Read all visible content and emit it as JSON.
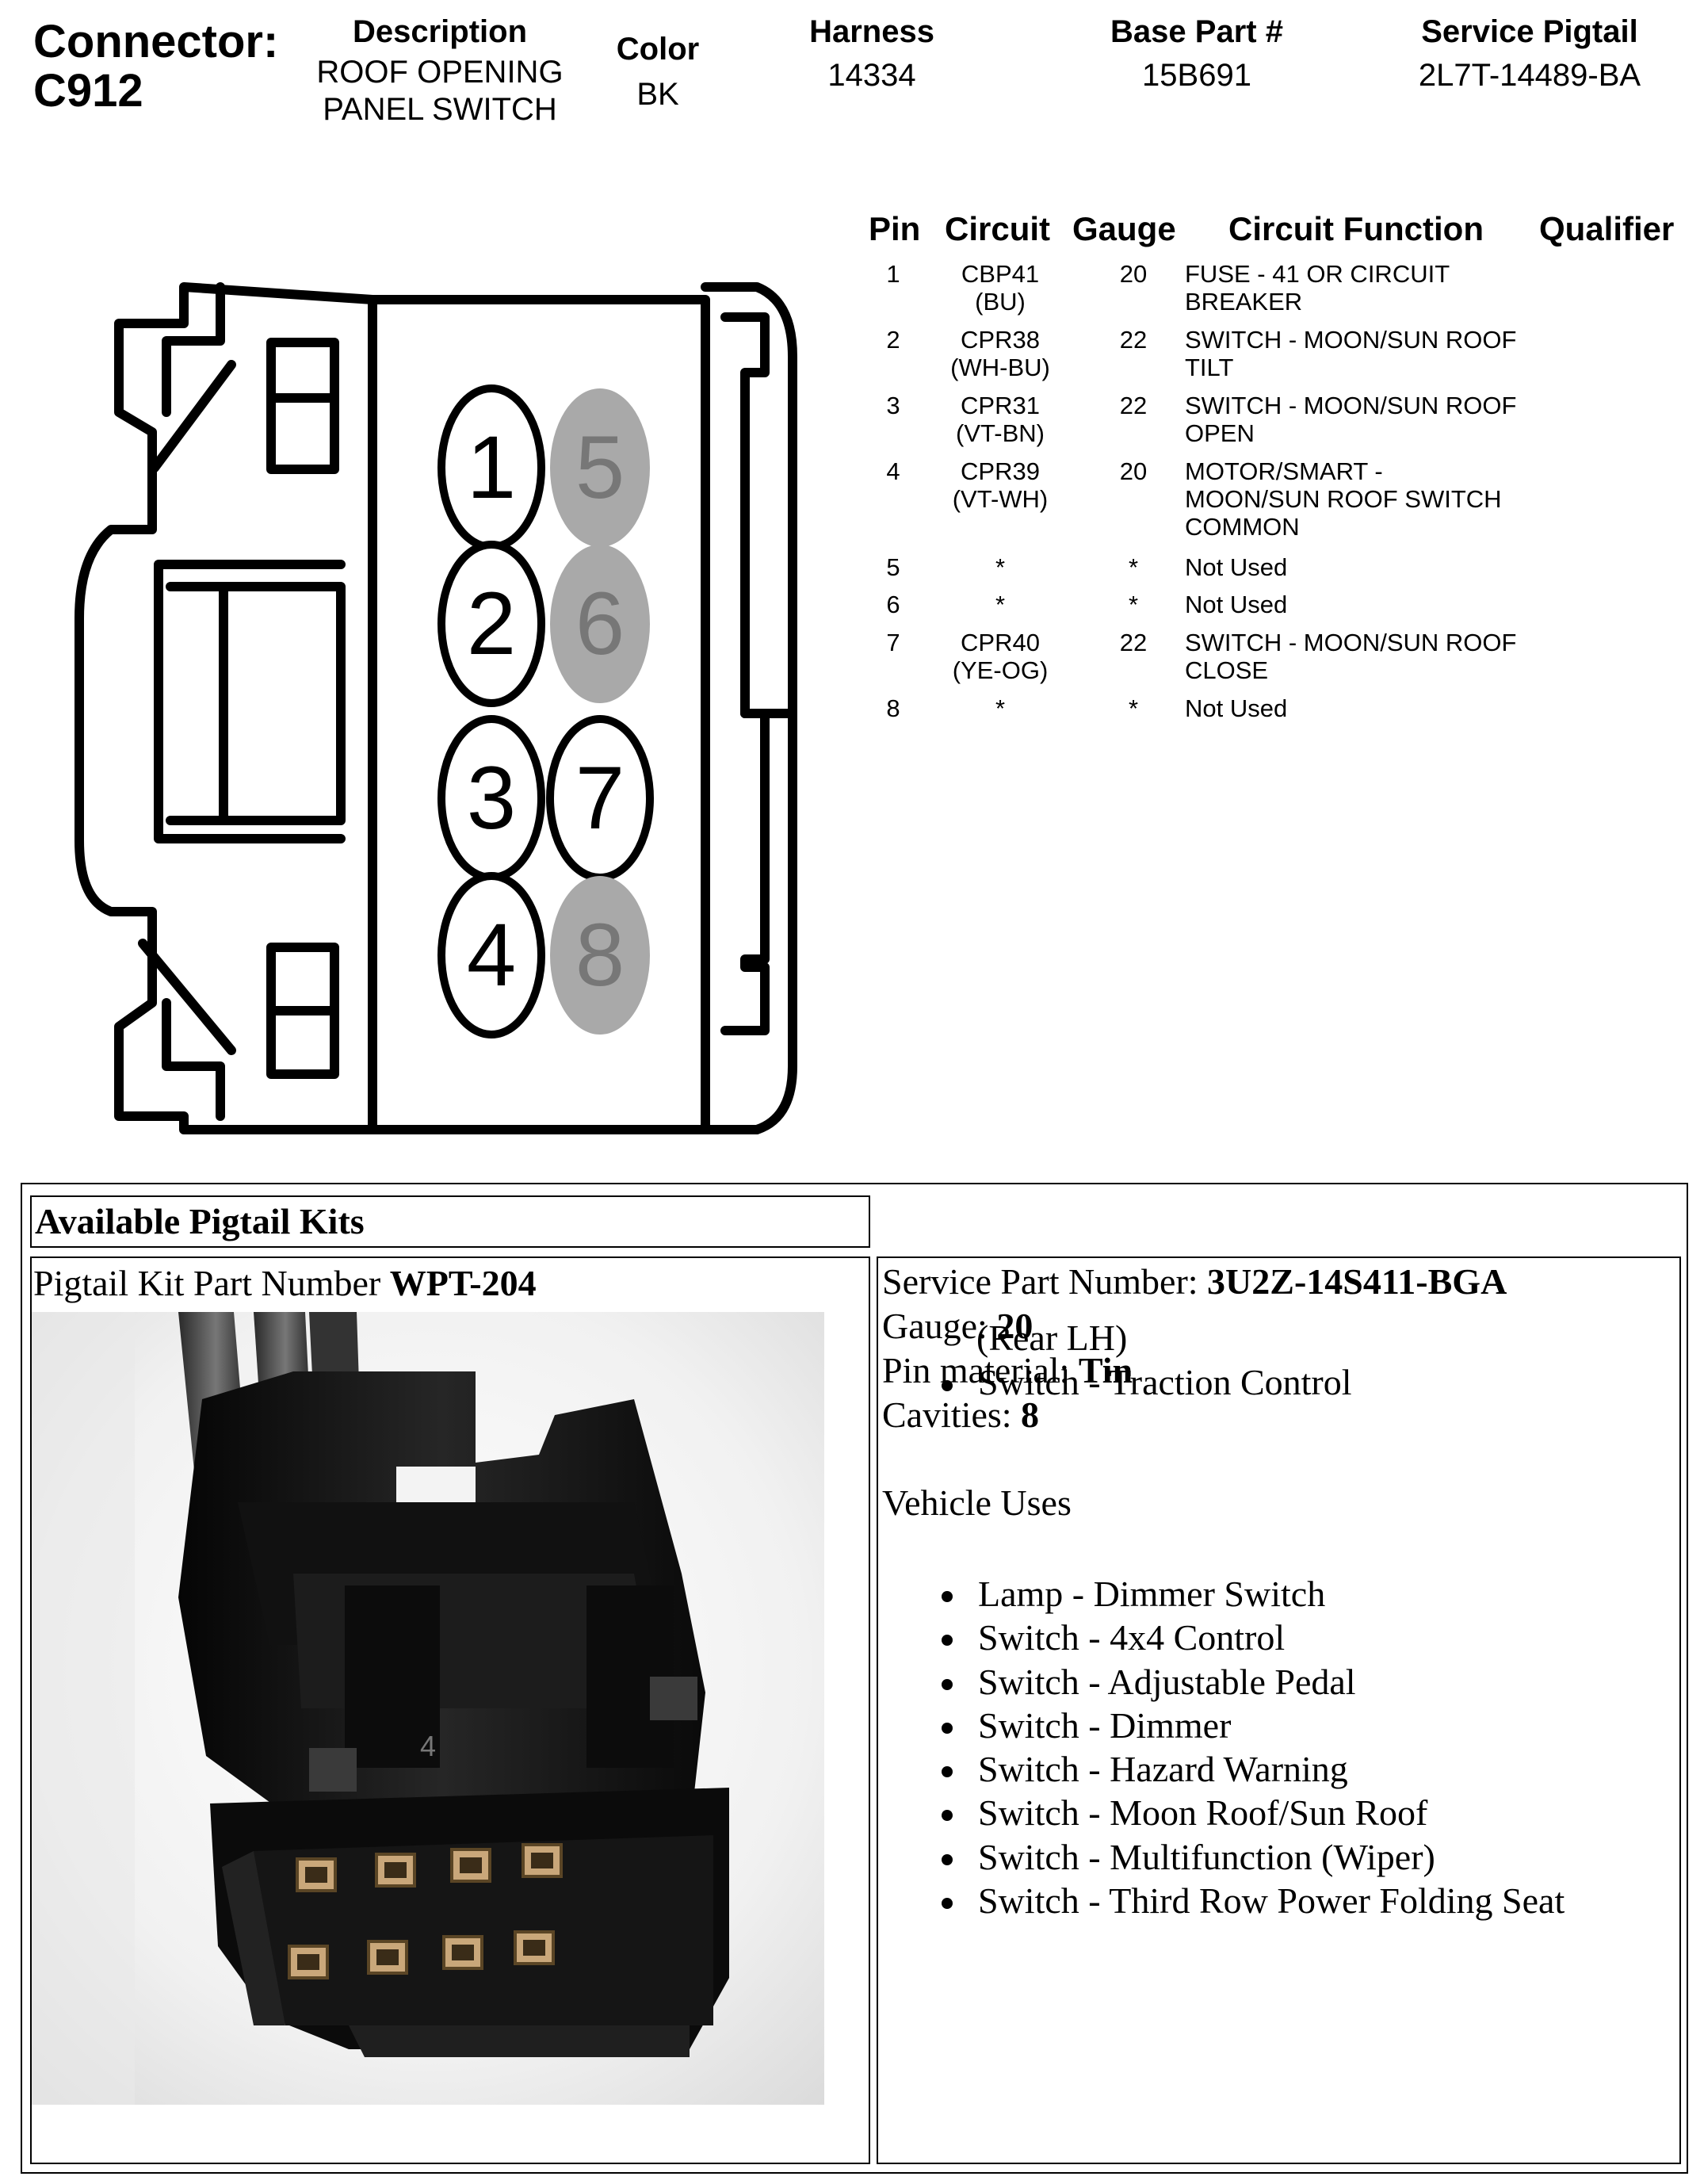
{
  "connector": {
    "label": "Connector:",
    "id": "C912"
  },
  "header": {
    "description": {
      "title": "Description",
      "value_line1": "ROOF OPENING",
      "value_line2": "PANEL SWITCH"
    },
    "color": {
      "title": "Color",
      "value": "BK"
    },
    "harness": {
      "title": "Harness",
      "value": "14334"
    },
    "base_part": {
      "title": "Base Part #",
      "value": "15B691"
    },
    "service_pigtail": {
      "title": "Service Pigtail",
      "value": "2L7T-14489-BA"
    }
  },
  "pin_table": {
    "headers": {
      "pin": "Pin",
      "circuit": "Circuit",
      "gauge": "Gauge",
      "function": "Circuit Function",
      "qualifier": "Qualifier"
    },
    "rows": [
      {
        "pin": "1",
        "circuit": "CBP41",
        "color": "(BU)",
        "gauge": "20",
        "function": [
          "FUSE - 41 OR CIRCUIT",
          "BREAKER"
        ]
      },
      {
        "pin": "2",
        "circuit": "CPR38",
        "color": "(WH-BU)",
        "gauge": "22",
        "function": [
          "SWITCH - MOON/SUN ROOF",
          "TILT"
        ]
      },
      {
        "pin": "3",
        "circuit": "CPR31",
        "color": "(VT-BN)",
        "gauge": "22",
        "function": [
          "SWITCH - MOON/SUN ROOF",
          "OPEN"
        ]
      },
      {
        "pin": "4",
        "circuit": "CPR39",
        "color": "(VT-WH)",
        "gauge": "20",
        "function": [
          "MOTOR/SMART -",
          "MOON/SUN ROOF SWITCH",
          "COMMON"
        ]
      },
      {
        "pin": "5",
        "circuit": "*",
        "color": "",
        "gauge": "*",
        "function": [
          "Not Used"
        ]
      },
      {
        "pin": "6",
        "circuit": "*",
        "color": "",
        "gauge": "*",
        "function": [
          "Not Used"
        ]
      },
      {
        "pin": "7",
        "circuit": "CPR40",
        "color": "(YE-OG)",
        "gauge": "22",
        "function": [
          "SWITCH - MOON/SUN ROOF",
          "CLOSE"
        ]
      },
      {
        "pin": "8",
        "circuit": "*",
        "color": "",
        "gauge": "*",
        "function": [
          "Not Used"
        ]
      }
    ]
  },
  "connector_diagram": {
    "pins": [
      {
        "label": "1",
        "used": true
      },
      {
        "label": "2",
        "used": true
      },
      {
        "label": "3",
        "used": true
      },
      {
        "label": "4",
        "used": true
      },
      {
        "label": "5",
        "used": false
      },
      {
        "label": "6",
        "used": false
      },
      {
        "label": "7",
        "used": true
      },
      {
        "label": "8",
        "used": false
      }
    ],
    "used_fill": "#ffffff",
    "unused_fill": "#a9a9a9"
  },
  "kit": {
    "title": "Available Pigtail Kits",
    "part_label": "Pigtail Kit Part Number ",
    "part_number": "WPT-204",
    "photo_marking": "4",
    "service_part_label": "Service Part Number: ",
    "service_part_number": "3U2Z-14S411-BGA",
    "gauge_label": "Gauge: ",
    "gauge_value": "20",
    "pin_material_label": "Pin material: ",
    "pin_material_value": "Tin",
    "cavities_label": "Cavities: ",
    "cavities_value": "8",
    "overlap_text_1": "(Rear LH)",
    "overlap_text_2": "Switch - Traction Control",
    "vehicle_uses_title": "Vehicle Uses",
    "vehicle_uses": [
      "Lamp - Dimmer Switch",
      "Switch - 4x4 Control",
      "Switch - Adjustable Pedal",
      "Switch - Dimmer",
      "Switch - Hazard Warning",
      "Switch - Moon Roof/Sun Roof",
      "Switch - Multifunction (Wiper)",
      "Switch - Third Row Power Folding Seat"
    ]
  }
}
